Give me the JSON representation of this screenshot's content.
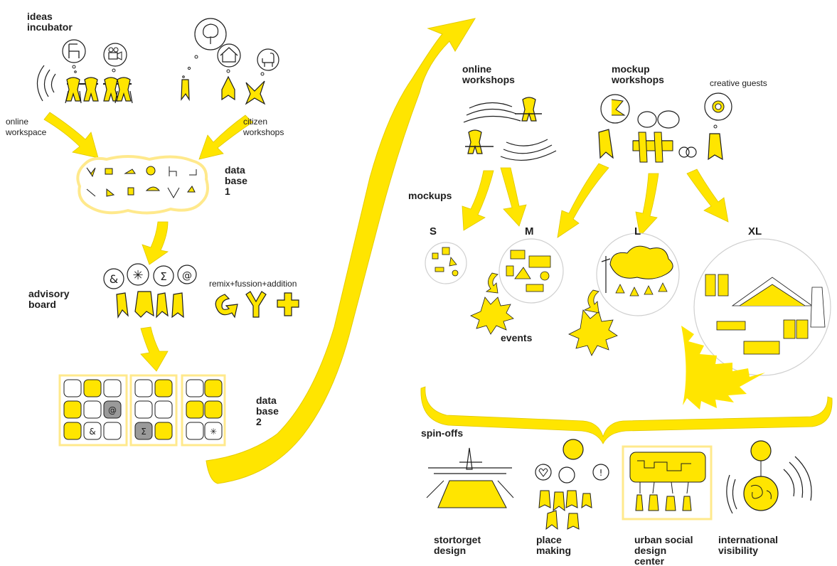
{
  "diagram": {
    "accent_color": "#ffe500",
    "outline_color": "#1e1e1e",
    "panel_grey": "#9a9a9a",
    "left": {
      "ideas_incubator": "ideas\nincubator",
      "online_workspace": "online\nworkspace",
      "citizen_workshops": "citizen\nworkshops",
      "data_base_1": "data\nbase\n1",
      "advisory_board": "advisory\nboard",
      "remix": "remix+fussion+addition",
      "data_base_2": "data\nbase\n2"
    },
    "right": {
      "online_workshops": "online\nworkshops",
      "mockup_workshops": "mockup\nworkshops",
      "creative_guests": "creative guests",
      "mockups": "mockups",
      "sizes": [
        "S",
        "M",
        "L",
        "XL"
      ],
      "events": "events",
      "spin_offs": "spin-offs",
      "outcomes": [
        "stortorget\ndesign",
        "place\nmaking",
        "urban social\ndesign\ncenter",
        "international\nvisibility"
      ]
    },
    "icons": [
      "chair-icon",
      "film-camera-icon",
      "tree-icon",
      "house-icon",
      "armchair-icon",
      "ampersand-icon",
      "asterisk-icon",
      "sigma-icon",
      "at-sign-icon",
      "curved-arrow-icon",
      "fork-icon",
      "plus-icon",
      "heart-icon",
      "exclamation-icon",
      "globe-icon",
      "sun-icon"
    ]
  }
}
